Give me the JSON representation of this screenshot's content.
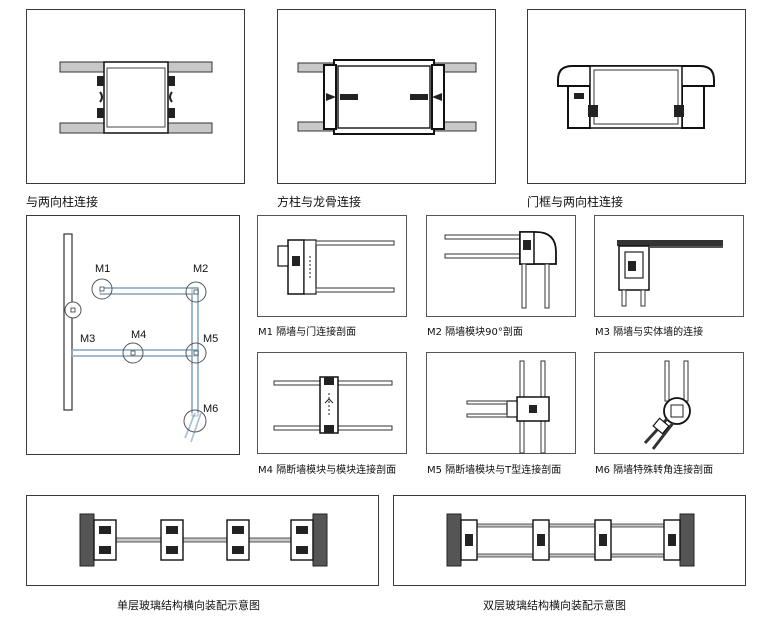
{
  "captions": {
    "top_left": "与两向柱连接",
    "top_center": "方柱与龙骨连接",
    "top_right": "门框与两向柱连接",
    "m1": "M1 隔墙与门连接剖面",
    "m2": "M2 隔墙模块90°剖面",
    "m3": "M3 隔墙与实体墙的连接",
    "m4": "M4 隔断墙模块与模块连接剖面",
    "m5": "M5 隔断墙模块与T型连接剖面",
    "m6": "M6 隔墙特殊转角连接剖面",
    "single": "单层玻璃结构横向装配示意图",
    "double": "双层玻璃结构横向装配示意图"
  },
  "plan_labels": [
    "M1",
    "M2",
    "M3",
    "M4",
    "M5",
    "M6"
  ],
  "colors": {
    "border": "#3a3a3a",
    "bar_fill": "#c8c8c8",
    "wall_fill": "#555555",
    "plan_line": "#a9c4d6"
  }
}
